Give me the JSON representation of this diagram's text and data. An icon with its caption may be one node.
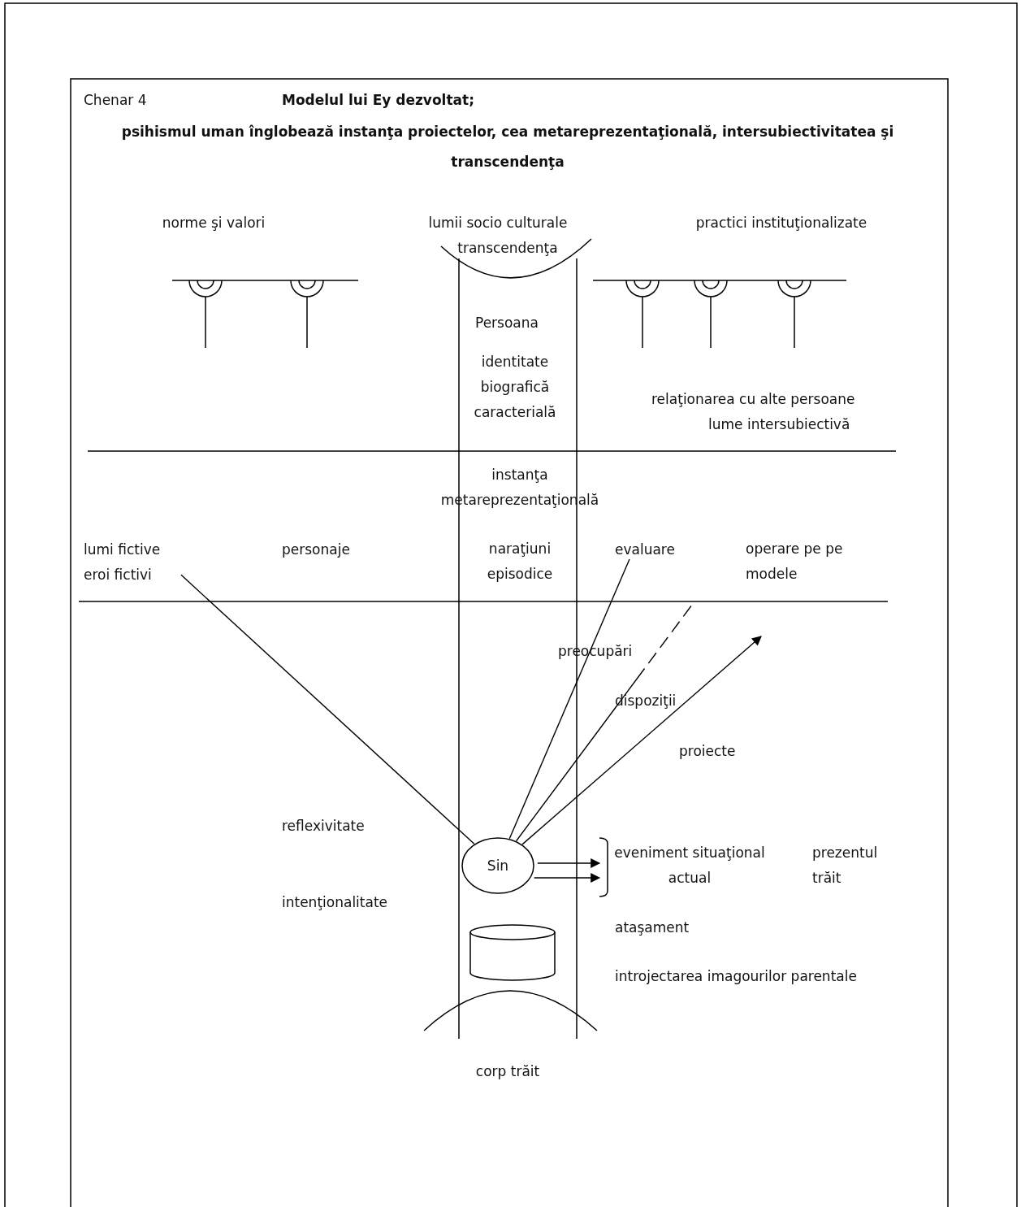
{
  "diagram": {
    "title": "Modelul lui Ey dezvoltat;",
    "nodes": [
      {
        "text": [
          "lumi fictive eroi fictivi"
        ]
      },
      {
        "text": [
          "evaluare"
        ]
      },
      {
        "text": [
          "Sin"
        ]
      },
      {
        "text": [
          "eveniment situaţional actual"
        ]
      },
      {
        "text": [],
        "shape": "cylinder"
      }
    ],
    "edges": [
      {
        "from": 2,
        "to": 0,
        "arrow": "none"
      },
      {
        "from": 2,
        "to": 1,
        "arrow": "none"
      },
      {
        "from": 2,
        "to": null,
        "arrow": "none",
        "style": "dashed"
      },
      {
        "from": 2,
        "to": null,
        "arrow": "to"
      },
      {
        "from": 2,
        "to": 3,
        "arrow": "to"
      },
      {
        "from": 2,
        "to": 3,
        "arrow": "to"
      }
    ],
    "labels": [
      "Chenar 4",
      "psihismul uman înglobează instanţa proiectelor, cea metareprezentaţională, intersubiectivitatea şi transcendenţa",
      "norme şi valori",
      "lumii socio culturale",
      "practici instituţionalizate",
      "transcendenţa",
      "Persoana",
      "identitate biografică caracterială",
      "relaţionarea cu alte persoane",
      "lume intersubiectivă",
      "instanţa metareprezentaţională",
      "personaje",
      "naraţiuni episodice",
      "operare pe pe modele",
      "preocupări",
      "dispoziţii",
      "proiecte",
      "reflexivitate",
      "prezentul trăit",
      "intenţionalitate",
      "ataşament",
      "introjectarea imagourilor parentale",
      "corp trăit"
    ]
  }
}
